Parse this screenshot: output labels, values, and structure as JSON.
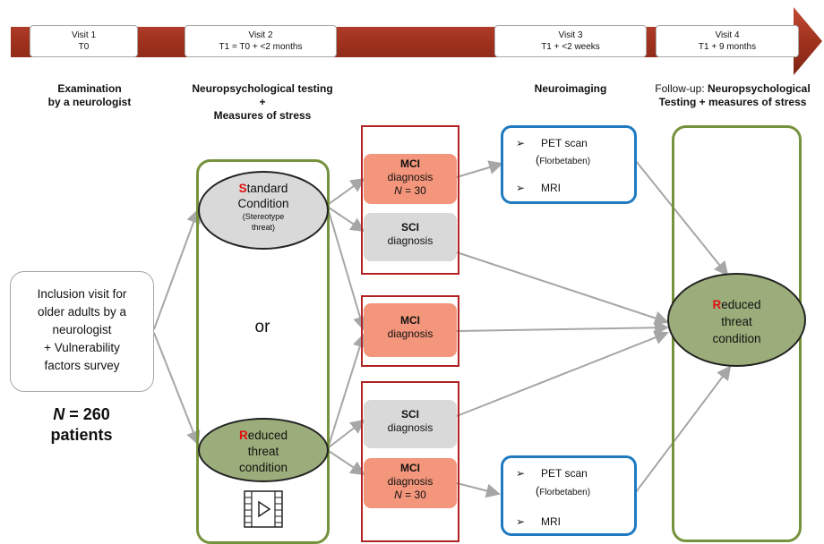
{
  "timeline": [
    {
      "visit": "Visit 1",
      "time": "T0"
    },
    {
      "visit": "Visit 2",
      "time": "T1 = T0 + <2 months"
    },
    {
      "visit": "Visit 3",
      "time": "T1 + <2 weeks"
    },
    {
      "visit": "Visit 4",
      "time": "T1 + 9 months"
    }
  ],
  "headers": {
    "h1_line1": "Examination",
    "h1_line2": "by a neurologist",
    "h2_line1": "Neuropsychological testing",
    "h2_line2": "+",
    "h2_line3": "Measures of stress",
    "h3": "Neuroimaging",
    "h4_prefix": "Follow-up:",
    "h4_bold1": " Neuropsychological",
    "h4_line2": "Testing + measures of stress"
  },
  "inclusion": {
    "lines": [
      "Inclusion visit for",
      "older adults by a",
      "neurologist",
      "+ Vulnerability",
      "factors survey"
    ],
    "n_label": "N",
    "n_value": " = 260",
    "patients": "patients"
  },
  "conditions": {
    "standard_first": "S",
    "standard_rest": "tandard",
    "standard_line2": "Condition",
    "standard_sub1": "(Stereotype",
    "standard_sub2": "threat)",
    "or": "or",
    "reduced_first": "R",
    "reduced_rest": "educed",
    "reduced_line2": "threat",
    "reduced_line3": "condition"
  },
  "diagnoses": {
    "mci": "MCI",
    "diagnosis": "diagnosis",
    "sci": "SCI",
    "n_label": "N",
    "n_value": " = 30"
  },
  "imaging": {
    "bullet": "➢",
    "pet": "PET scan",
    "pet_sub_open": "(",
    "pet_sub": "Florbetaben)",
    "mri": "MRI"
  },
  "final": {
    "first": "R",
    "rest": "educed",
    "line2": "threat",
    "line3": "condition"
  },
  "colors": {
    "arrow_banner": "#a0321e",
    "green_border": "#76923c",
    "green_fill": "#9bad7a",
    "salmon": "#f3967b",
    "grey": "#d9d9d9",
    "red_border": "#b22222",
    "blue_border": "#1f7ac0"
  },
  "icons": [
    "film-play-icon"
  ]
}
